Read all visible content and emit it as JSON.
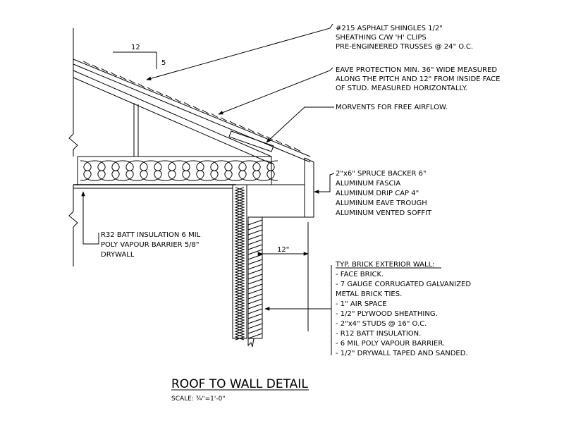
{
  "title": "ROOF TO WALL DETAIL",
  "scale": "SCALE: ¾\"=1'-0\"",
  "slope": {
    "run": "12",
    "rise": "5"
  },
  "dimension_overhang": "12\"",
  "notes": {
    "roofing": [
      "#215 ASPHALT SHINGLES 1/2\"",
      "SHEATHING C/W 'H' CLIPS",
      "PRE-ENGINEERED TRUSSES @ 24\" O.C."
    ],
    "eave_protection": [
      "EAVE PROTECTION MIN. 36\" WIDE MEASURED",
      "ALONG THE PITCH AND 12\" FROM INSIDE FACE",
      "OF STUD. MEASURED HORIZONTALLY."
    ],
    "vents": [
      "MORVENTS FOR FREE AIRFLOW."
    ],
    "fascia": [
      "2\"x6\" SPRUCE BACKER 6\"",
      "ALUMINUM FASCIA",
      "ALUMINUM DRIP CAP 4\"",
      "ALUMINUM EAVE TROUGH",
      "ALUMINUM VENTED SOFFIT"
    ],
    "ceiling": [
      "R32 BATT INSULATION 6 MIL",
      "POLY VAPOUR BARRIER 5/8\"",
      "DRYWALL"
    ],
    "wall": [
      "TYP. BRICK EXTERIOR WALL:",
      "- FACE BRICK.",
      "- 7 GAUGE CORRUGATED GALVANIZED",
      "METAL BRICK TIES.",
      "- 1\" AIR SPACE",
      "- 1/2\" PLYWOOD SHEATHING.",
      "- 2\"x4\" STUDS @ 16\" O.C.",
      "- R12 BATT INSULATION.",
      "- 6 MIL POLY VAPOUR BARRIER.",
      "- 1/2\" DRYWALL TAPED AND SANDED."
    ]
  }
}
